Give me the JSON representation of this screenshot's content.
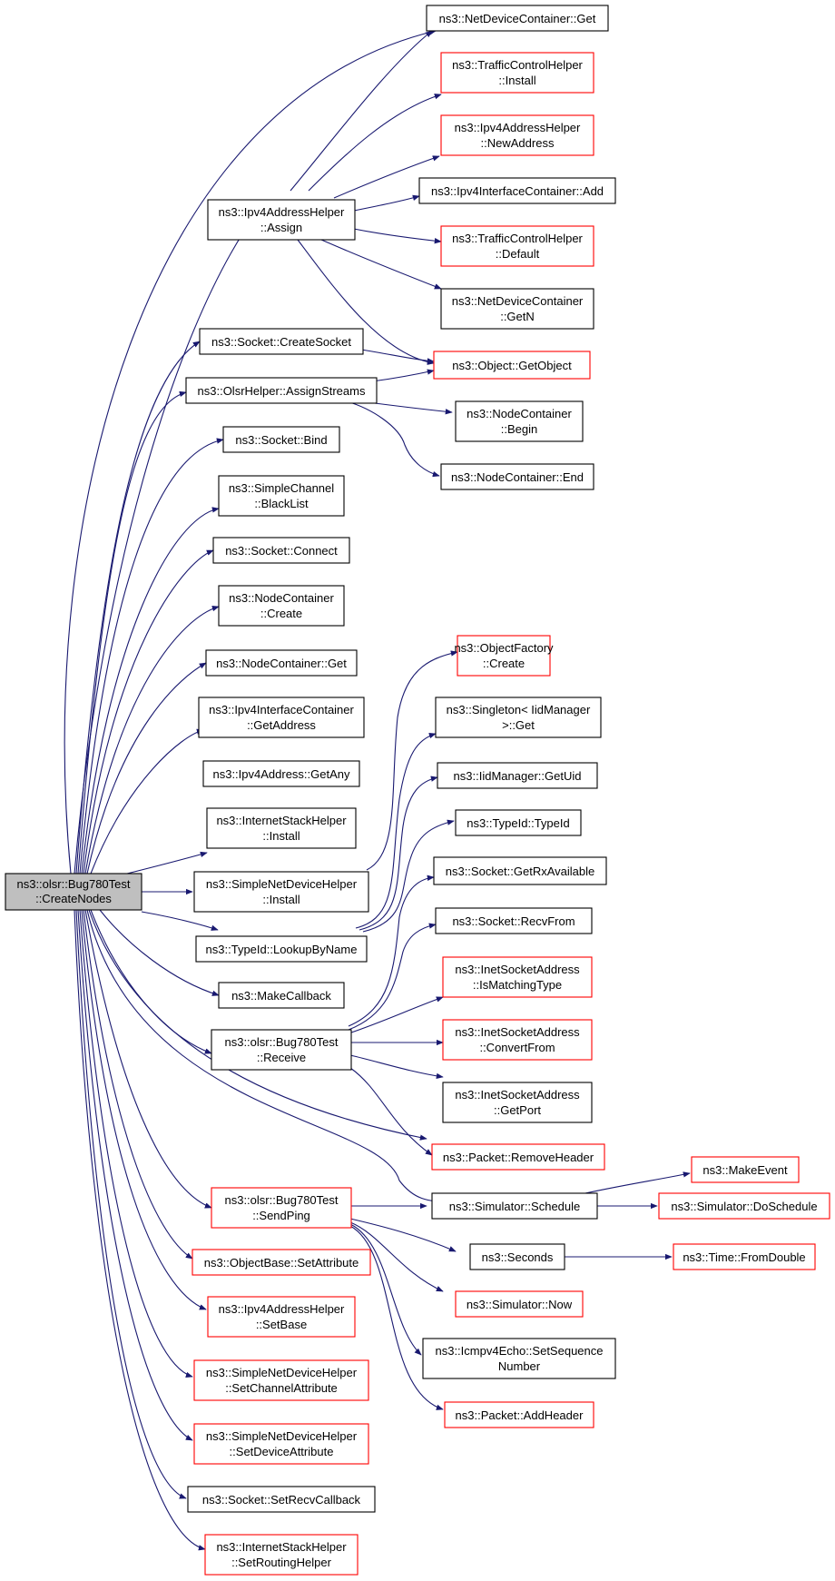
{
  "colors": {
    "edge": "#191970",
    "documented_border": "#000000",
    "undocumented_border": "#ff0000",
    "root_fill": "#bfbfbf"
  },
  "nodes": [
    {
      "id": "root",
      "lines": [
        "ns3::olsr::Bug780Test",
        "::CreateNodes"
      ],
      "kind": "root"
    },
    {
      "id": "ndc_get",
      "lines": [
        "ns3::NetDeviceContainer::Get"
      ],
      "kind": "normal"
    },
    {
      "id": "tch_install",
      "lines": [
        "ns3::TrafficControlHelper",
        "::Install"
      ],
      "kind": "red"
    },
    {
      "id": "ipv4ah_newaddr",
      "lines": [
        "ns3::Ipv4AddressHelper",
        "::NewAddress"
      ],
      "kind": "red"
    },
    {
      "id": "ipv4ic_add",
      "lines": [
        "ns3::Ipv4InterfaceContainer::Add"
      ],
      "kind": "normal"
    },
    {
      "id": "tch_default",
      "lines": [
        "ns3::TrafficControlHelper",
        "::Default"
      ],
      "kind": "red"
    },
    {
      "id": "ndc_getn",
      "lines": [
        "ns3::NetDeviceContainer",
        "::GetN"
      ],
      "kind": "normal"
    },
    {
      "id": "obj_getobject",
      "lines": [
        "ns3::Object::GetObject"
      ],
      "kind": "red"
    },
    {
      "id": "nc_begin",
      "lines": [
        "ns3::NodeContainer",
        "::Begin"
      ],
      "kind": "normal"
    },
    {
      "id": "nc_end",
      "lines": [
        "ns3::NodeContainer::End"
      ],
      "kind": "normal"
    },
    {
      "id": "ipv4ah_assign",
      "lines": [
        "ns3::Ipv4AddressHelper",
        "::Assign"
      ],
      "kind": "normal"
    },
    {
      "id": "socket_create",
      "lines": [
        "ns3::Socket::CreateSocket"
      ],
      "kind": "normal"
    },
    {
      "id": "olsr_assign",
      "lines": [
        "ns3::OlsrHelper::AssignStreams"
      ],
      "kind": "normal"
    },
    {
      "id": "socket_bind",
      "lines": [
        "ns3::Socket::Bind"
      ],
      "kind": "normal"
    },
    {
      "id": "sc_blacklist",
      "lines": [
        "ns3::SimpleChannel",
        "::BlackList"
      ],
      "kind": "normal"
    },
    {
      "id": "socket_connect",
      "lines": [
        "ns3::Socket::Connect"
      ],
      "kind": "normal"
    },
    {
      "id": "nc_create",
      "lines": [
        "ns3::NodeContainer",
        "::Create"
      ],
      "kind": "normal"
    },
    {
      "id": "nc_get",
      "lines": [
        "ns3::NodeContainer::Get"
      ],
      "kind": "normal"
    },
    {
      "id": "ipv4ic_getaddr",
      "lines": [
        "ns3::Ipv4InterfaceContainer",
        "::GetAddress"
      ],
      "kind": "normal"
    },
    {
      "id": "ipv4a_getany",
      "lines": [
        "ns3::Ipv4Address::GetAny"
      ],
      "kind": "normal"
    },
    {
      "id": "ish_install",
      "lines": [
        "ns3::InternetStackHelper",
        "::Install"
      ],
      "kind": "normal"
    },
    {
      "id": "sndh_install",
      "lines": [
        "ns3::SimpleNetDeviceHelper",
        "::Install"
      ],
      "kind": "normal"
    },
    {
      "id": "typeid_lookup",
      "lines": [
        "ns3::TypeId::LookupByName"
      ],
      "kind": "normal"
    },
    {
      "id": "makecallback",
      "lines": [
        "ns3::MakeCallback"
      ],
      "kind": "normal"
    },
    {
      "id": "bug_receive",
      "lines": [
        "ns3::olsr::Bug780Test",
        "::Receive"
      ],
      "kind": "normal"
    },
    {
      "id": "bug_sendping",
      "lines": [
        "ns3::olsr::Bug780Test",
        "::SendPing"
      ],
      "kind": "red"
    },
    {
      "id": "ob_setattr",
      "lines": [
        "ns3::ObjectBase::SetAttribute"
      ],
      "kind": "red"
    },
    {
      "id": "ipv4ah_setbase",
      "lines": [
        "ns3::Ipv4AddressHelper",
        "::SetBase"
      ],
      "kind": "red"
    },
    {
      "id": "sndh_setchan",
      "lines": [
        "ns3::SimpleNetDeviceHelper",
        "::SetChannelAttribute"
      ],
      "kind": "red"
    },
    {
      "id": "sndh_setdev",
      "lines": [
        "ns3::SimpleNetDeviceHelper",
        "::SetDeviceAttribute"
      ],
      "kind": "red"
    },
    {
      "id": "socket_setrecv",
      "lines": [
        "ns3::Socket::SetRecvCallback"
      ],
      "kind": "normal"
    },
    {
      "id": "ish_setrouting",
      "lines": [
        "ns3::InternetStackHelper",
        "::SetRoutingHelper"
      ],
      "kind": "red"
    },
    {
      "id": "of_create",
      "lines": [
        "ns3::ObjectFactory",
        "::Create"
      ],
      "kind": "red"
    },
    {
      "id": "singleton_get",
      "lines": [
        "ns3::Singleton< IidManager",
        ">::Get"
      ],
      "kind": "normal"
    },
    {
      "id": "iid_getuid",
      "lines": [
        "ns3::IidManager::GetUid"
      ],
      "kind": "normal"
    },
    {
      "id": "typeid_typeid",
      "lines": [
        "ns3::TypeId::TypeId"
      ],
      "kind": "normal"
    },
    {
      "id": "socket_getrx",
      "lines": [
        "ns3::Socket::GetRxAvailable"
      ],
      "kind": "normal"
    },
    {
      "id": "socket_recvfrom",
      "lines": [
        "ns3::Socket::RecvFrom"
      ],
      "kind": "normal"
    },
    {
      "id": "isa_ismatch",
      "lines": [
        "ns3::InetSocketAddress",
        "::IsMatchingType"
      ],
      "kind": "red"
    },
    {
      "id": "isa_convert",
      "lines": [
        "ns3::InetSocketAddress",
        "::ConvertFrom"
      ],
      "kind": "red"
    },
    {
      "id": "isa_getport",
      "lines": [
        "ns3::InetSocketAddress",
        "::GetPort"
      ],
      "kind": "normal"
    },
    {
      "id": "pkt_removeheader",
      "lines": [
        "ns3::Packet::RemoveHeader"
      ],
      "kind": "red"
    },
    {
      "id": "sim_schedule",
      "lines": [
        "ns3::Simulator::Schedule"
      ],
      "kind": "normal"
    },
    {
      "id": "seconds",
      "lines": [
        "ns3::Seconds"
      ],
      "kind": "normal"
    },
    {
      "id": "sim_now",
      "lines": [
        "ns3::Simulator::Now"
      ],
      "kind": "red"
    },
    {
      "id": "icmp_setseq",
      "lines": [
        "ns3::Icmpv4Echo::SetSequence",
        "Number"
      ],
      "kind": "normal"
    },
    {
      "id": "pkt_addheader",
      "lines": [
        "ns3::Packet::AddHeader"
      ],
      "kind": "red"
    },
    {
      "id": "makeevent",
      "lines": [
        "ns3::MakeEvent"
      ],
      "kind": "red"
    },
    {
      "id": "sim_doschedule",
      "lines": [
        "ns3::Simulator::DoSchedule"
      ],
      "kind": "red"
    },
    {
      "id": "time_fromdouble",
      "lines": [
        "ns3::Time::FromDouble"
      ],
      "kind": "red"
    }
  ]
}
